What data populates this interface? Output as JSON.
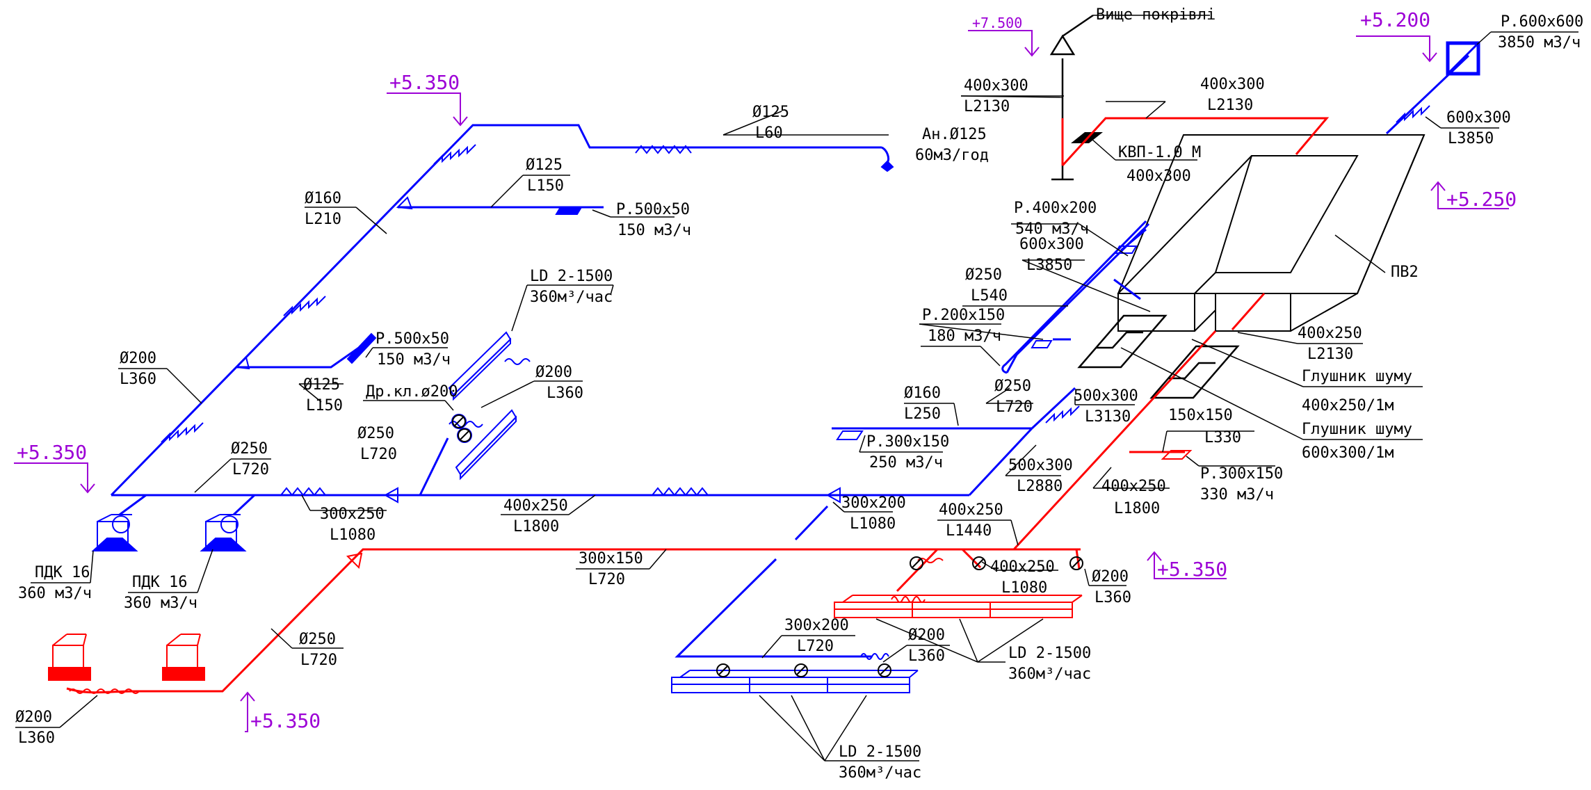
{
  "colors": {
    "supply": "#0000ff",
    "exhaust": "#ff0000",
    "level": "#9c00d6",
    "ink": "#000000"
  },
  "unit": {
    "label": "ПВ2"
  },
  "levels": [
    {
      "id": "lv-top-left",
      "text": "+5.350"
    },
    {
      "id": "lv-mid-left",
      "text": "+5.350"
    },
    {
      "id": "lv-bottom",
      "text": "+5.350"
    },
    {
      "id": "lv-right",
      "text": "+5.350"
    },
    {
      "id": "lv-roof",
      "text": "+7.500"
    },
    {
      "id": "lv-inlet",
      "text": "+5.200"
    },
    {
      "id": "lv-unit",
      "text": "+5.250"
    }
  ],
  "annotations": [
    {
      "id": "a01",
      "lines": [
        "Ø125",
        "L60"
      ]
    },
    {
      "id": "a02",
      "lines": [
        "Ан.Ø125",
        "60м3/год"
      ]
    },
    {
      "id": "a03",
      "lines": [
        "Ø125",
        "L150"
      ]
    },
    {
      "id": "a04",
      "lines": [
        "Ø160",
        "L210"
      ]
    },
    {
      "id": "a05",
      "lines": [
        "Р.500х50",
        "150 м3/ч"
      ]
    },
    {
      "id": "a06",
      "lines": [
        "LD 2-1500",
        "360м³/час"
      ]
    },
    {
      "id": "a07",
      "lines": [
        "Р.500х50",
        "150 м3/ч"
      ]
    },
    {
      "id": "a08",
      "lines": [
        "Ø200",
        "L360"
      ]
    },
    {
      "id": "a09",
      "lines": [
        "Др.кл.ø200"
      ]
    },
    {
      "id": "a10",
      "lines": [
        "Ø200",
        "L360"
      ]
    },
    {
      "id": "a11",
      "lines": [
        "Ø125",
        "L150"
      ]
    },
    {
      "id": "a12",
      "lines": [
        "Ø250",
        "L720"
      ]
    },
    {
      "id": "a13",
      "lines": [
        "Ø250",
        "L720"
      ]
    },
    {
      "id": "a14",
      "lines": [
        "300х250",
        "L1080"
      ]
    },
    {
      "id": "a15",
      "lines": [
        "400х250",
        "L1800"
      ]
    },
    {
      "id": "a16",
      "lines": [
        "ПДК 16",
        "360 м3/ч"
      ]
    },
    {
      "id": "a17",
      "lines": [
        "ПДК 16",
        "360 м3/ч"
      ]
    },
    {
      "id": "a18",
      "lines": [
        "300х150",
        "L720"
      ]
    },
    {
      "id": "a19",
      "lines": [
        "Ø250",
        "L720"
      ]
    },
    {
      "id": "a20",
      "lines": [
        "Ø200",
        "L360"
      ]
    },
    {
      "id": "a21",
      "lines": [
        "300х200",
        "L1080"
      ]
    },
    {
      "id": "a22",
      "lines": [
        "Ø160",
        "L250"
      ]
    },
    {
      "id": "a23",
      "lines": [
        "Р.300х150",
        "250 м3/ч"
      ]
    },
    {
      "id": "a24",
      "lines": [
        "500х300",
        "L2880"
      ]
    },
    {
      "id": "a25",
      "lines": [
        "400х250",
        "L1440"
      ]
    },
    {
      "id": "a26",
      "lines": [
        "400х250",
        "L1080"
      ]
    },
    {
      "id": "a27",
      "lines": [
        "Ø200",
        "L360"
      ]
    },
    {
      "id": "a28",
      "lines": [
        "300х200",
        "L720"
      ]
    },
    {
      "id": "a29",
      "lines": [
        "Ø200",
        "L360"
      ]
    },
    {
      "id": "a30",
      "lines": [
        "LD 2-1500",
        "360м³/час"
      ]
    },
    {
      "id": "a31",
      "lines": [
        "LD 2-1500",
        "360м³/час"
      ]
    },
    {
      "id": "a32",
      "lines": [
        "Вище покрівлі"
      ]
    },
    {
      "id": "a33",
      "lines": [
        "400х300",
        "L2130"
      ]
    },
    {
      "id": "a34",
      "lines": [
        "400х300",
        "L2130"
      ]
    },
    {
      "id": "a35",
      "lines": [
        "КВП-1.0 М",
        "400х300"
      ]
    },
    {
      "id": "a36",
      "lines": [
        "Р.600х600",
        "3850 м3/ч"
      ]
    },
    {
      "id": "a37",
      "lines": [
        "600х300",
        "L3850"
      ]
    },
    {
      "id": "a38",
      "lines": [
        "Р.400х200",
        "540 м3/ч"
      ]
    },
    {
      "id": "a39",
      "lines": [
        "600х300",
        "L3850"
      ]
    },
    {
      "id": "a40",
      "lines": [
        "Ø250",
        "L540"
      ]
    },
    {
      "id": "a41",
      "lines": [
        "Р.200х150",
        "180 м3/ч"
      ]
    },
    {
      "id": "a42",
      "lines": [
        "Ø250",
        "L720"
      ]
    },
    {
      "id": "a43",
      "lines": [
        "500х300",
        "L3130"
      ]
    },
    {
      "id": "a44",
      "lines": [
        "400х250",
        "L2130"
      ]
    },
    {
      "id": "a45",
      "lines": [
        "Глушник шуму",
        "400х250/1м"
      ]
    },
    {
      "id": "a46",
      "lines": [
        "Глушник шуму",
        "600х300/1м"
      ]
    },
    {
      "id": "a47",
      "lines": [
        "150х150",
        "L330"
      ]
    },
    {
      "id": "a48",
      "lines": [
        "Р.300х150",
        "330 м3/ч"
      ]
    },
    {
      "id": "a49",
      "lines": [
        "400х250",
        "L1800"
      ]
    }
  ]
}
